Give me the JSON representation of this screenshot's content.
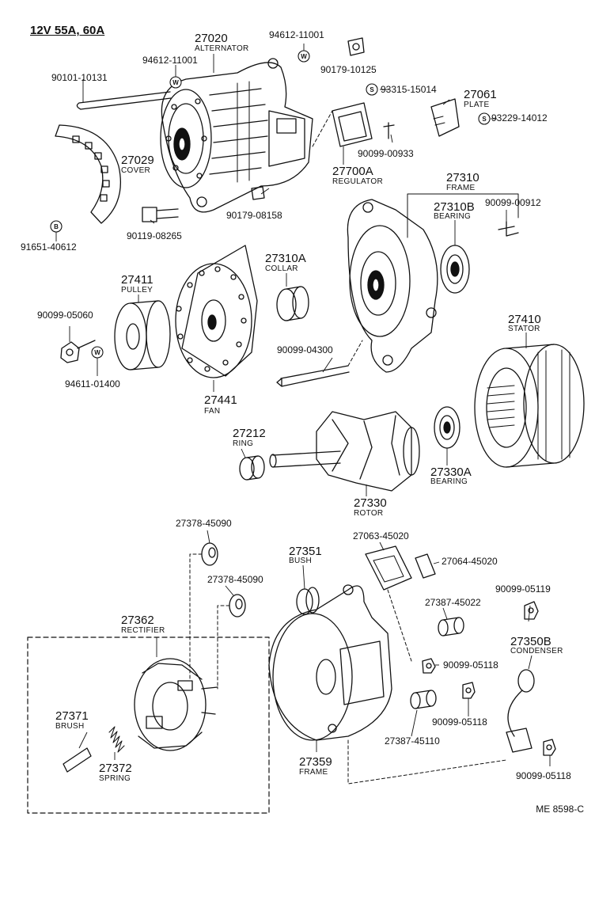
{
  "heading": "12V 55A, 60A",
  "diagram_code": "ME 8598-C",
  "symbols": {
    "washer": "W",
    "spring_washer": "S",
    "bolt": "B"
  },
  "callouts": {
    "alternator": {
      "number": "27020",
      "name": "ALTERNATOR"
    },
    "cover": {
      "number": "27029",
      "name": "COVER"
    },
    "plate": {
      "number": "27061",
      "name": "PLATE"
    },
    "regulator": {
      "number": "27700A",
      "name": "REGULATOR"
    },
    "frame_front": {
      "number": "27310",
      "name": "FRAME"
    },
    "bearing_front": {
      "number": "27310B",
      "name": "BEARING"
    },
    "collar": {
      "number": "27310A",
      "name": "COLLAR"
    },
    "pulley": {
      "number": "27411",
      "name": "PULLEY"
    },
    "stator": {
      "number": "27410",
      "name": "STATOR"
    },
    "fan": {
      "number": "27441",
      "name": "FAN"
    },
    "ring": {
      "number": "27212",
      "name": "RING"
    },
    "bearing_rear": {
      "number": "27330A",
      "name": "BEARING"
    },
    "rotor": {
      "number": "27330",
      "name": "ROTOR"
    },
    "bush": {
      "number": "27351",
      "name": "BUSH"
    },
    "rectifier": {
      "number": "27362",
      "name": "RECTIFIER"
    },
    "condenser": {
      "number": "27350B",
      "name": "CONDENSER"
    },
    "brush": {
      "number": "27371",
      "name": "BRUSH"
    },
    "spring": {
      "number": "27372",
      "name": "SPRING"
    },
    "frame_rear": {
      "number": "27359",
      "name": "FRAME"
    }
  },
  "part_numbers": {
    "p94612_top": "94612-11001",
    "p90179_10125": "90179-10125",
    "p94612_mid": "94612-11001",
    "p90101": "90101-10131",
    "p93315": "93315-15014",
    "p93229": "93229-14012",
    "p90099_00933": "90099-00933",
    "p90179_08158": "90179-08158",
    "p90119": "90119-08265",
    "p91651": "91651-40612",
    "p90099_00912": "90099-00912",
    "p90099_05060": "90099-05060",
    "p94611": "94611-01400",
    "p90099_04300": "90099-04300",
    "p27378_a": "27378-45090",
    "p27378_b": "27378-45090",
    "p27063": "27063-45020",
    "p27064": "27064-45020",
    "p90099_05119": "90099-05119",
    "p27387_45022": "27387-45022",
    "p90099_05118_a": "90099-05118",
    "p90099_05118_b": "90099-05118",
    "p90099_05118_c": "90099-05118",
    "p27387_45110": "27387-45110"
  }
}
